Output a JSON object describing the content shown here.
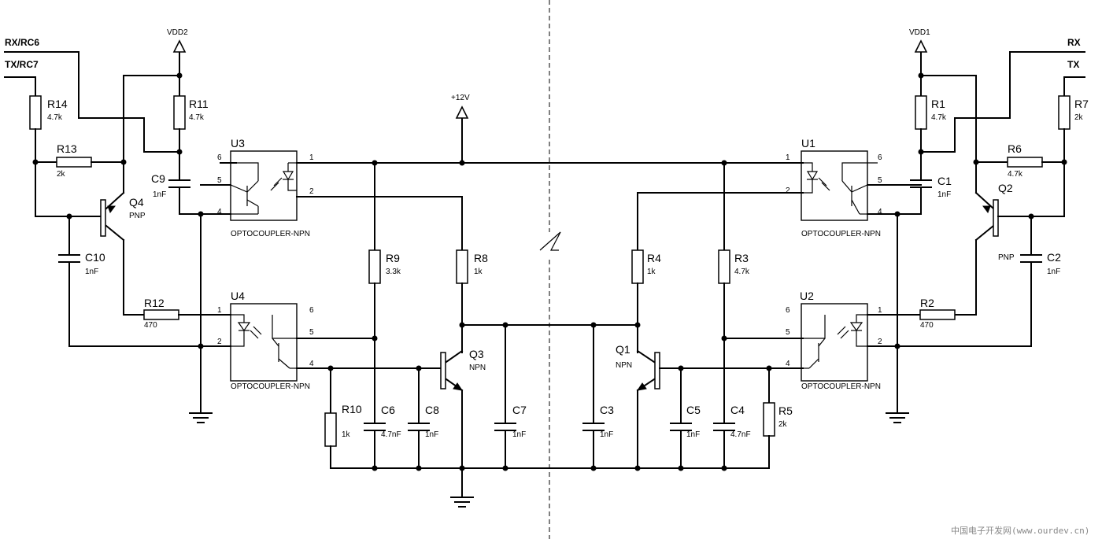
{
  "nets": {
    "rx_rc6": "RX/RC6",
    "tx_rc7": "TX/RC7",
    "rx": "RX",
    "tx": "TX"
  },
  "power": {
    "vdd2": "VDD2",
    "vdd1": "VDD1",
    "p12v": "+12V"
  },
  "resistors": {
    "R14": {
      "name": "R14",
      "value": "4.7k"
    },
    "R13": {
      "name": "R13",
      "value": "2k"
    },
    "R11": {
      "name": "R11",
      "value": "4.7k"
    },
    "R12": {
      "name": "R12",
      "value": "470"
    },
    "R9": {
      "name": "R9",
      "value": "3.3k"
    },
    "R8": {
      "name": "R8",
      "value": "1k"
    },
    "R10": {
      "name": "R10",
      "value": "1k"
    },
    "R4": {
      "name": "R4",
      "value": "1k"
    },
    "R3": {
      "name": "R3",
      "value": "4.7k"
    },
    "R5": {
      "name": "R5",
      "value": "2k"
    },
    "R1": {
      "name": "R1",
      "value": "4.7k"
    },
    "R6": {
      "name": "R6",
      "value": "4.7k"
    },
    "R7": {
      "name": "R7",
      "value": "2k"
    },
    "R2": {
      "name": "R2",
      "value": "470"
    }
  },
  "capacitors": {
    "C9": {
      "name": "C9",
      "value": "1nF"
    },
    "C10": {
      "name": "C10",
      "value": "1nF"
    },
    "C6": {
      "name": "C6",
      "value": "4.7nF"
    },
    "C8": {
      "name": "C8",
      "value": "1nF"
    },
    "C7": {
      "name": "C7",
      "value": "1nF"
    },
    "C3": {
      "name": "C3",
      "value": "1nF"
    },
    "C5": {
      "name": "C5",
      "value": "1nF"
    },
    "C4": {
      "name": "C4",
      "value": "4.7nF"
    },
    "C1": {
      "name": "C1",
      "value": "1nF"
    },
    "C2": {
      "name": "C2",
      "value": "1nF"
    }
  },
  "transistors": {
    "Q4": {
      "name": "Q4",
      "type": "PNP"
    },
    "Q3": {
      "name": "Q3",
      "type": "NPN"
    },
    "Q1": {
      "name": "Q1",
      "type": "NPN"
    },
    "Q2": {
      "name": "Q2",
      "type": "PNP"
    }
  },
  "optocouplers": {
    "U3": {
      "name": "U3",
      "part": "OPTOCOUPLER-NPN"
    },
    "U4": {
      "name": "U4",
      "part": "OPTOCOUPLER-NPN"
    },
    "U1": {
      "name": "U1",
      "part": "OPTOCOUPLER-NPN"
    },
    "U2": {
      "name": "U2",
      "part": "OPTOCOUPLER-NPN"
    }
  },
  "pins": {
    "p1": "1",
    "p2": "2",
    "p4": "4",
    "p5": "5",
    "p6": "6"
  },
  "watermark": "中国电子开发网(www.ourdev.cn)"
}
